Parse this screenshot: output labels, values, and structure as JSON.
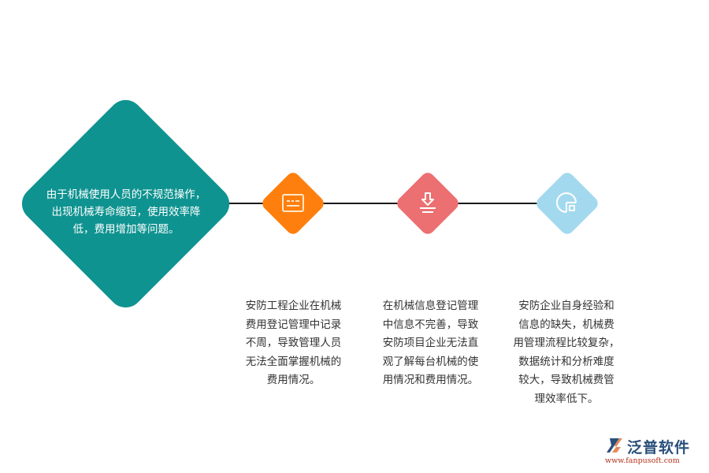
{
  "colors": {
    "main_node": "#0f9390",
    "node1": "#ff7f0e",
    "node2": "#ec6f71",
    "node3": "#a3d9ee",
    "connector": "#1a1a1a",
    "text": "#333333"
  },
  "main_node": {
    "lines": [
      "由于机械使用人员的不规范操作，",
      "出现机械寿命缩短，使用效率降",
      "低，费用增加等问题。"
    ]
  },
  "nodes": [
    {
      "icon": "form-icon",
      "lines": [
        "安防工程企业在机械",
        "费用登记管理中记录",
        "不周，导致管理人员",
        "无法全面掌握机械的",
        "费用情况。"
      ]
    },
    {
      "icon": "download-icon",
      "lines": [
        "在机械信息登记管理",
        "中信息不完善，导致",
        "安防项目企业无法直",
        "观了解每台机械的使",
        "用情况和费用情况。"
      ]
    },
    {
      "icon": "pie-chart-icon",
      "lines": [
        "安防企业自身经验和",
        "信息的缺失，机械费",
        "用管理流程比较复杂，",
        "数据统计和分析难度",
        "较大，导致机械费管",
        "理效率低下。"
      ]
    }
  ],
  "logo": {
    "name": "泛普软件",
    "url": "www.fanpusoft.com"
  }
}
